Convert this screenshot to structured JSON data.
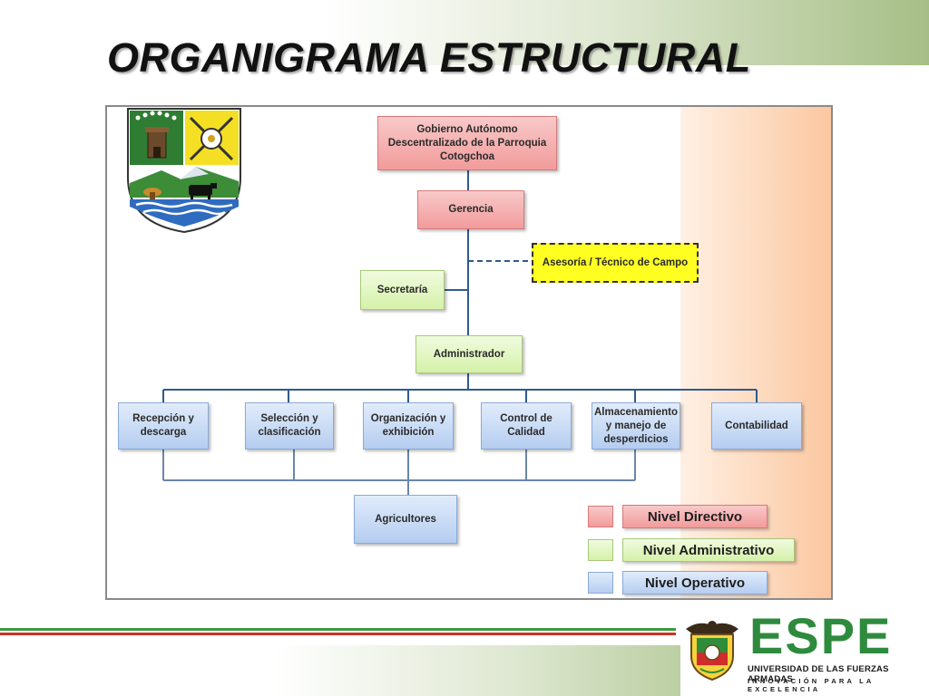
{
  "slide": {
    "title": "ORGANIGRAMA ESTRUCTURAL"
  },
  "org_chart": {
    "top": "Gobierno Autónomo Descentralizado de la Parroquia Cotogchoa",
    "management": "Gerencia",
    "advisory": "Asesoría / Técnico de Campo",
    "secretary": "Secretaría",
    "administrator": "Administrador",
    "operations": [
      "Recepción y descarga",
      "Selección y clasificación",
      "Organización y exhibición",
      "Control de Calidad",
      "Almacenamiento y manejo de desperdicios",
      "Contabilidad"
    ],
    "farmers": "Agricultores"
  },
  "legend": [
    {
      "label": "Nivel Directivo",
      "color": "#f29b9b"
    },
    {
      "label": "Nivel Administrativo",
      "color": "#d5f1a9"
    },
    {
      "label": "Nivel Operativo",
      "color": "#b5cdf0"
    }
  ],
  "colors": {
    "directive": "#f29b9b",
    "administrative": "#d5f1a9",
    "operative": "#b5cdf0",
    "advisory": "#ffff22",
    "connector": "#2f5a8e",
    "brand_green": "#2e8b3e",
    "stripe_red": "#d12c2c",
    "stripe_green": "#3a9a3e"
  },
  "branding": {
    "logo_text": "ESPE",
    "university": "UNIVERSIDAD DE LAS FUERZAS ARMADAS",
    "slogan": "INNOVACIÓN PARA LA EXCELENCIA",
    "crest_icon": "parish-coat-of-arms-icon",
    "emblem_icon": "espe-eagle-emblem-icon"
  }
}
